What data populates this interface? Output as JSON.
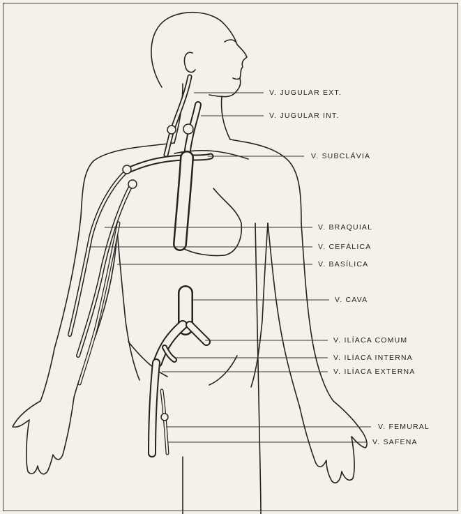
{
  "labels": [
    {
      "id": "jugular-ext",
      "text": "V. JUGULAR EXT."
    },
    {
      "id": "jugular-int",
      "text": "V. JUGULAR INT."
    },
    {
      "id": "subclavia",
      "text": "V. SUBCLÁVIA"
    },
    {
      "id": "braquial",
      "text": "V. BRAQUIAL"
    },
    {
      "id": "cefalica",
      "text": "V. CEFÁLICA"
    },
    {
      "id": "basilica",
      "text": "V. BASÍLICA"
    },
    {
      "id": "cava",
      "text": "V. CAVA"
    },
    {
      "id": "iliaca-comum",
      "text": "V. ILÍACA COMUM"
    },
    {
      "id": "iliaca-interna",
      "text": "V. ILÍACA INTERNA"
    },
    {
      "id": "iliaca-externa",
      "text": "V. ILÍACA EXTERNA"
    },
    {
      "id": "femural",
      "text": "V. FEMURAL"
    },
    {
      "id": "safena",
      "text": "V. SAFENA"
    }
  ],
  "colors": {
    "paper": "#f4f2e8",
    "ink": "#222222"
  }
}
